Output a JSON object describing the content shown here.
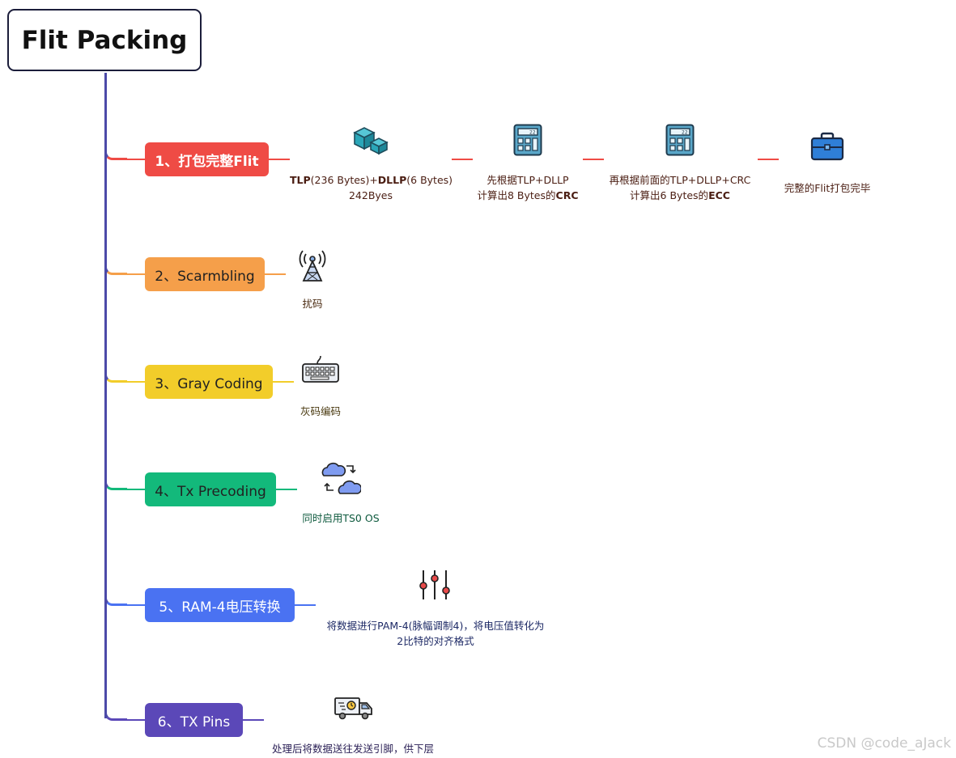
{
  "root": {
    "title": "Flit Packing"
  },
  "branches": [
    {
      "label": "1、打包完整Flit",
      "color": "#ef4b45",
      "steps": [
        {
          "icon": "cubes-icon",
          "line1_parts": [
            "TLP",
            "(236 Bytes)+",
            "DLLP",
            "(6 Bytes)"
          ],
          "line2": "242Byes"
        },
        {
          "icon": "calculator-icon",
          "line1": "先根据TLP+DLLP",
          "line2_prefix": "计算出8 Bytes的",
          "line2_bold": "CRC"
        },
        {
          "icon": "calculator-icon",
          "line1": "再根据前面的TLP+DLLP+CRC",
          "line2_prefix": "计算出6 Bytes的",
          "line2_bold": "ECC"
        },
        {
          "icon": "briefcase-icon",
          "line1": "完整的Flit打包完毕"
        }
      ]
    },
    {
      "label": "2、Scarmbling",
      "color": "#f59f4a",
      "icon": "antenna-tower-icon",
      "caption": "扰码"
    },
    {
      "label": "3、Gray Coding",
      "color": "#f2cd2a",
      "icon": "keyboard-icon",
      "caption": "灰码编码"
    },
    {
      "label": "4、Tx Precoding",
      "color": "#13b97b",
      "icon": "cloud-sync-icon",
      "caption": "同时启用TS0 OS"
    },
    {
      "label": "5、RAM-4电压转换",
      "color": "#4a72f2",
      "icon": "sliders-icon",
      "caption_line1": "将数据进行PAM-4(脉幅调制4)，将电压值转化为",
      "caption_line2": "2比特的对齐格式"
    },
    {
      "label": "6、TX Pins",
      "color": "#5b48b8",
      "icon": "delivery-truck-icon",
      "caption": "处理后将数据送往发送引脚，供下层"
    }
  ],
  "watermark": "CSDN @code_aJack"
}
